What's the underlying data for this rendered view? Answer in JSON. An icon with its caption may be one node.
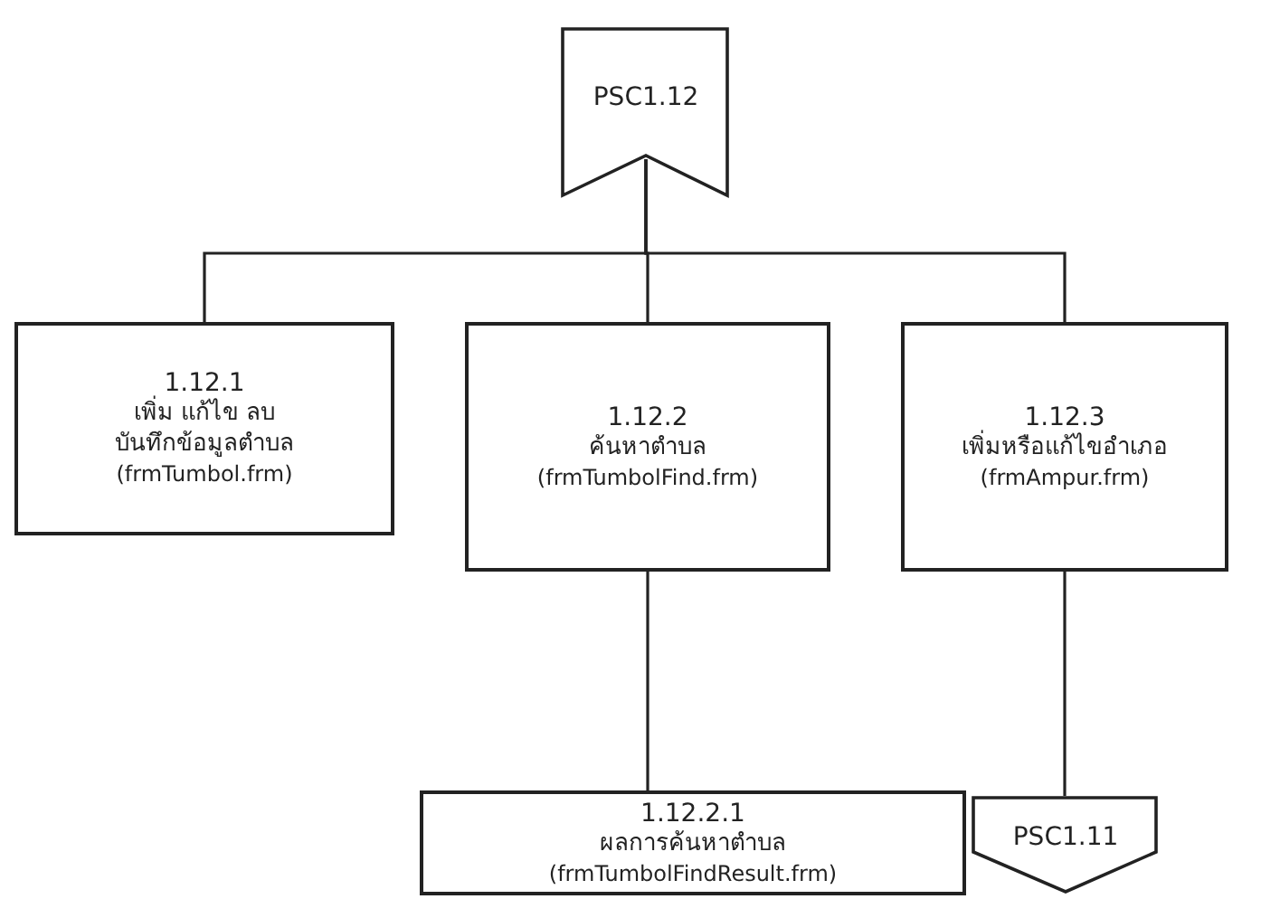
{
  "diagram": {
    "nodes": [
      {
        "text": [
          "PSC1.12"
        ]
      },
      {
        "text": [
          "1.12.1",
          "เพิ่ม แก้ไข ลบ",
          "บันทึกข้อมูลตำบล",
          "(frmTumbol.frm)"
        ]
      },
      {
        "text": [
          "1.12.2",
          "ค้นหาตำบล",
          "(frmTumbolFind.frm)"
        ]
      },
      {
        "text": [
          "1.12.3",
          "เพิ่มหรือแก้ไขอำเภอ",
          "(frmAmpur.frm)"
        ]
      },
      {
        "text": [
          "1.12.2.1",
          "ผลการค้นหาตำบล",
          "(frmTumbolFindResult.frm)"
        ]
      },
      {
        "text": [
          "PSC1.11"
        ]
      }
    ],
    "edges": [
      {
        "from": 0,
        "to": 1,
        "arrow": "none"
      },
      {
        "from": 0,
        "to": 2,
        "arrow": "none"
      },
      {
        "from": 0,
        "to": 3,
        "arrow": "none"
      },
      {
        "from": 2,
        "to": 4,
        "arrow": "none"
      },
      {
        "from": 3,
        "to": 5,
        "arrow": "none"
      }
    ]
  }
}
